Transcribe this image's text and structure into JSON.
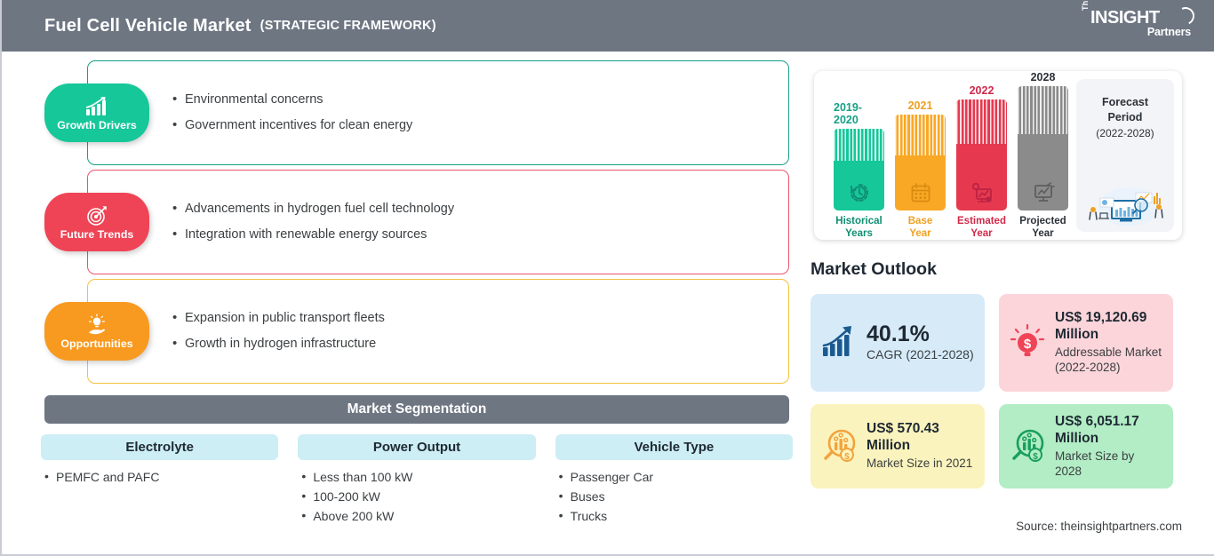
{
  "header": {
    "title": "Fuel Cell Vehicle Market",
    "subtitle": "(STRATEGIC FRAMEWORK)",
    "logo": {
      "the": "The",
      "insight": "INSIGHT",
      "partners": "Partners"
    },
    "bar_color": "#6e7682"
  },
  "sections": [
    {
      "label": "Growth Drivers",
      "icon": "growth-chart-arrow-icon",
      "color": "#16c79a",
      "border_color": "#16a086",
      "bullets": [
        "Environmental concerns",
        "Government incentives for clean energy"
      ]
    },
    {
      "label": "Future Trends",
      "icon": "target-dart-icon",
      "color": "#ef4456",
      "border_color": "#e8556d",
      "bullets": [
        "Advancements in hydrogen fuel cell technology",
        "Integration with renewable energy sources"
      ]
    },
    {
      "label": "Opportunities",
      "icon": "hand-lightbulb-icon",
      "color": "#f89a20",
      "border_color": "#f2c23e",
      "bullets": [
        "Expansion in public transport fleets",
        "Growth in hydrogen infrastructure"
      ]
    }
  ],
  "segmentation": {
    "heading": "Market Segmentation",
    "columns": [
      {
        "title": "Electrolyte",
        "items": [
          "PEMFC and PAFC"
        ]
      },
      {
        "title": "Power Output",
        "items": [
          "Less than 100 kW",
          "100-200 kW",
          "Above 200 kW"
        ]
      },
      {
        "title": "Vehicle Type",
        "items": [
          "Passenger Car",
          "Buses",
          "Trucks"
        ]
      }
    ]
  },
  "timeline": {
    "bars": [
      {
        "year": "2019-2020",
        "label_line1": "Historical",
        "label_line2": "Years",
        "color": "#16c79a",
        "icon": "clock-history-icon"
      },
      {
        "year": "2021",
        "label_line1": "Base",
        "label_line2": "Year",
        "color": "#f9a825",
        "icon": "calendar-icon"
      },
      {
        "year": "2022",
        "label_line1": "Estimated",
        "label_line2": "Year",
        "color": "#e63950",
        "icon": "chart-gear-icon"
      },
      {
        "year": "2028",
        "label_line1": "Projected",
        "label_line2": "Year",
        "color": "#8b8b8b",
        "icon": "presentation-chart-icon"
      }
    ],
    "forecast": {
      "line1": "Forecast",
      "line2": "Period",
      "range": "(2022-2028)",
      "icon": "business-analytics-illustration"
    }
  },
  "outlook": {
    "title": "Market Outlook",
    "cards": [
      {
        "value": "40.1%",
        "label": "CAGR (2021-2028)",
        "bg": "#d6eaf8",
        "icon": "growth-bar-arrow-icon",
        "icon_color": "#1a5a8f",
        "style": "big"
      },
      {
        "value": "US$ 19,120.69",
        "value2": "Million",
        "label": "Addressable Market (2022-2028)",
        "bg": "#fbd5da",
        "icon": "lightbulb-dollar-icon",
        "icon_color": "#ef4456",
        "style": "stack"
      },
      {
        "value": "US$ 570.43",
        "value2": "Million",
        "label": "Market Size in 2021",
        "bg": "#fbf3bd",
        "icon": "magnifier-bars-dollar-icon",
        "icon_color": "#f2a33c",
        "style": "stack"
      },
      {
        "value": "US$ 6,051.17",
        "value2": "Million",
        "label": "Market Size by 2028",
        "bg": "#b2edc5",
        "icon": "magnifier-bars-dollar-icon",
        "icon_color": "#1a9e5f",
        "style": "stack"
      }
    ]
  },
  "source": "Source: theinsightpartners.com"
}
